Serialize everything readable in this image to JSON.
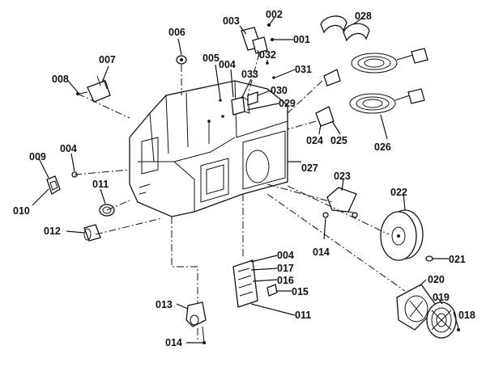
{
  "labels": {
    "p001": "001",
    "p002": "002",
    "p003": "003",
    "p004a": "004",
    "p004b": "004",
    "p004c": "004",
    "p005": "005",
    "p006": "006",
    "p007": "007",
    "p008": "008",
    "p009": "009",
    "p010": "010",
    "p011a": "011",
    "p011b": "011",
    "p012": "012",
    "p013": "013",
    "p014a": "014",
    "p014b": "014",
    "p015": "015",
    "p016": "016",
    "p017": "017",
    "p018": "018",
    "p019": "019",
    "p020": "020",
    "p021": "021",
    "p022": "022",
    "p023": "023",
    "p024": "024",
    "p025": "025",
    "p026": "026",
    "p027": "027",
    "p028": "028",
    "p029": "029",
    "p030": "030",
    "p031": "031",
    "p032": "032",
    "p033": "033"
  },
  "icons": {
    "housing": "motor-housing-icon",
    "wheel": "grinding-wheel-icon",
    "fan": "fan-guard-icon",
    "cord": "power-cord-icon"
  }
}
